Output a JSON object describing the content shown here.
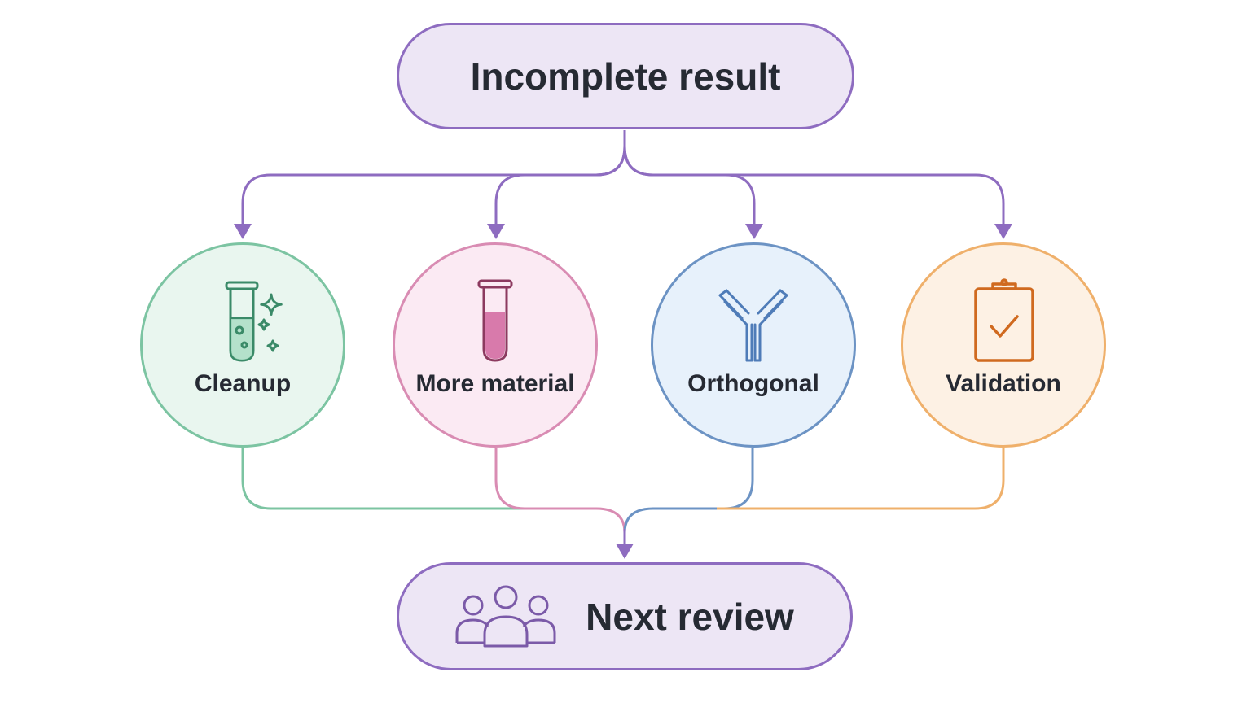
{
  "diagram": {
    "start": {
      "label": "Incomplete result",
      "color": "#8e6cc0",
      "fill": "#ede6f5"
    },
    "end": {
      "label": "Next review",
      "icon": "people-group-icon"
    },
    "options": [
      {
        "label": "Cleanup",
        "icon": "test-tube-sparkles-icon",
        "color": "#7cc4a2",
        "fill": "#e9f6ef"
      },
      {
        "label": "More material",
        "icon": "filled-test-tube-icon",
        "color": "#d98cb3",
        "fill": "#fbeaf3"
      },
      {
        "label": "Orthogonal",
        "icon": "antibody-icon",
        "color": "#6c93c4",
        "fill": "#e7f1fb"
      },
      {
        "label": "Validation",
        "icon": "clipboard-check-icon",
        "color": "#efb06b",
        "fill": "#fdf1e4"
      }
    ],
    "arrow_color": "#8e6cc0"
  }
}
